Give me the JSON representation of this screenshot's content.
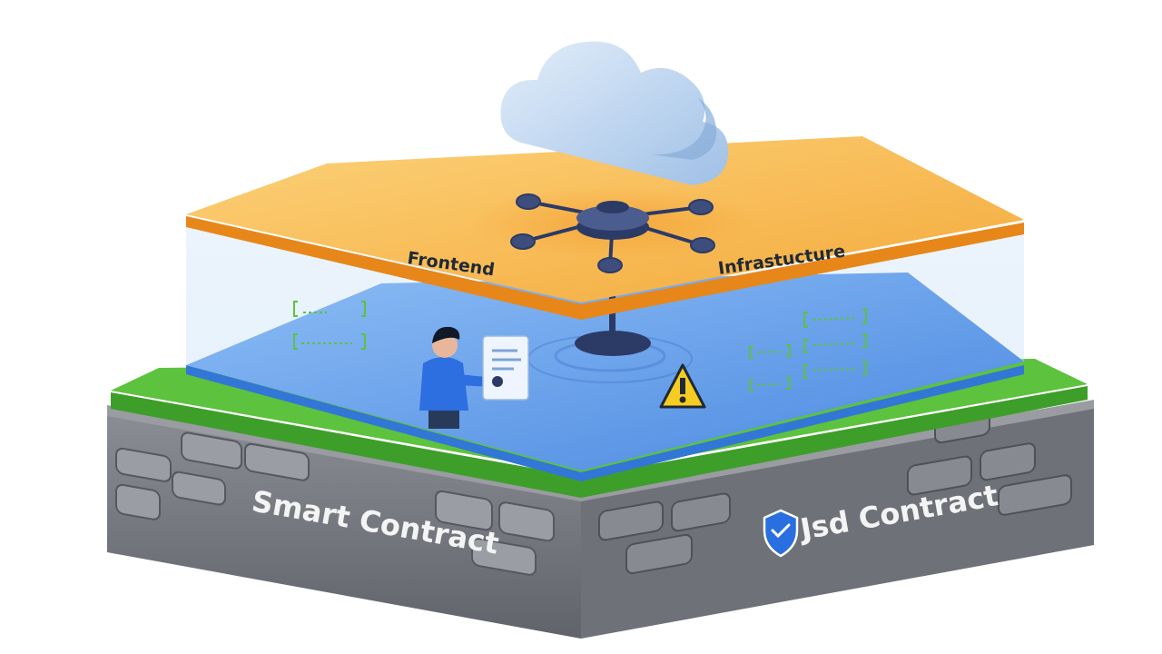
{
  "layers": {
    "top": {
      "left_label": "Frontend",
      "right_label": "Infrastucture"
    },
    "base": {
      "left_label": "Smart Contract",
      "right_label": "Jsd Contract"
    }
  },
  "icons": {
    "top": "cloud-icon",
    "hub": "network-hub-icon",
    "warning": "warning-triangle-icon",
    "shield": "shield-check-icon",
    "person": "person-icon",
    "panel": "document-panel-icon",
    "code": "code-snippet-icon"
  },
  "colors": {
    "orange_layer": "#F8BE50",
    "blue_layer": "#5A9BEA",
    "green_layer": "#5DC23E",
    "stone_base": "#7C7F86",
    "hub": "#3E4E7C",
    "cloud": "#C5DBF1",
    "warning": "#F5CD22",
    "shield": "#2A6FE0",
    "code_green": "#5DC23E"
  }
}
